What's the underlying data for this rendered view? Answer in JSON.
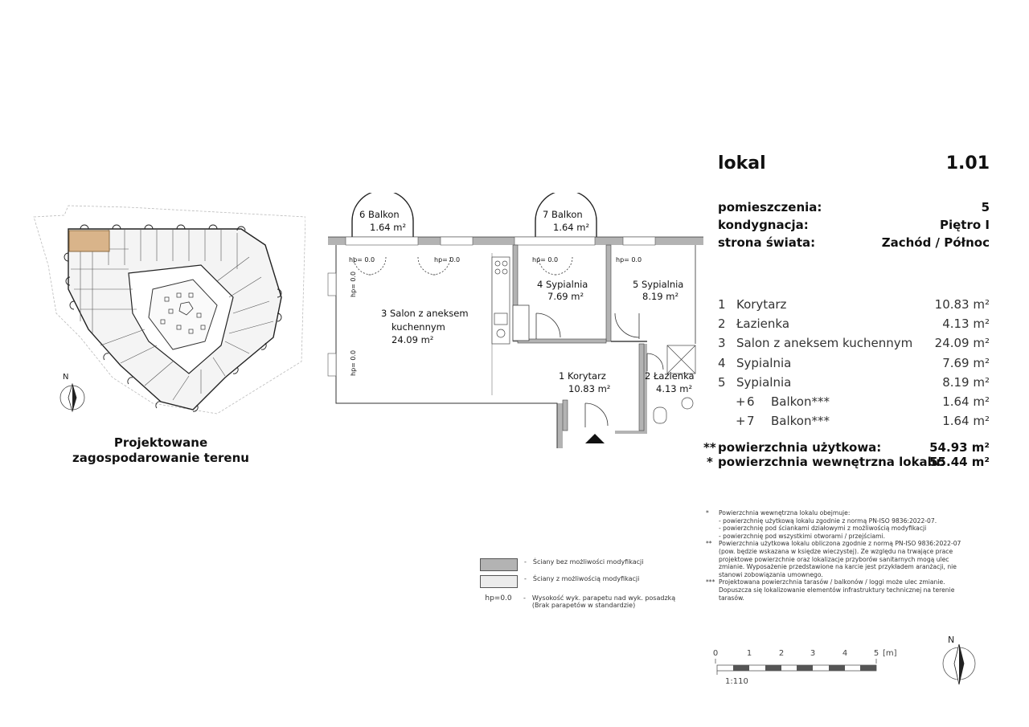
{
  "site": {
    "caption_line1": "Projektowane",
    "caption_line2": "zagospodarowanie terenu"
  },
  "header": {
    "label": "lokal",
    "number": "1.01"
  },
  "info": [
    {
      "label": "pomieszczenia:",
      "value": "5"
    },
    {
      "label": "kondygnacja:",
      "value": "Piętro I"
    },
    {
      "label": "strona świata:",
      "value": "Zachód / Północ"
    }
  ],
  "rooms": [
    {
      "prefix": "",
      "no": "1",
      "name": "Korytarz",
      "area": "10.83 m²"
    },
    {
      "prefix": "",
      "no": "2",
      "name": "Łazienka",
      "area": "4.13 m²"
    },
    {
      "prefix": "",
      "no": "3",
      "name": "Salon z aneksem kuchennym",
      "area": "24.09 m²"
    },
    {
      "prefix": "",
      "no": "4",
      "name": "Sypialnia",
      "area": "7.69 m²"
    },
    {
      "prefix": "",
      "no": "5",
      "name": "Sypialnia",
      "area": "8.19 m²"
    },
    {
      "prefix": "+",
      "no": "6",
      "name": "Balkon***",
      "area": "1.64 m²"
    },
    {
      "prefix": "+",
      "no": "7",
      "name": "Balkon***",
      "area": "1.64 m²"
    }
  ],
  "totals": [
    {
      "mark": "**",
      "label": "powierzchnia użytkowa:",
      "value": "54.93 m²"
    },
    {
      "mark": "*",
      "label": "powierzchnia wewnętrzna lokalu:",
      "value": "55.44 m²"
    }
  ],
  "plan_labels": {
    "r6_title": "6  Balkon",
    "r6_area": "1.64 m²",
    "r7_title": "7  Balkon",
    "r7_area": "1.64 m²",
    "r3_line1": "3  Salon z aneksem",
    "r3_line2": "kuchennym",
    "r3_area": "24.09 m²",
    "r4_title": "4  Sypialnia",
    "r4_area": "7.69 m²",
    "r5_title": "5  Sypialnia",
    "r5_area": "8.19 m²",
    "r1_title": "1  Korytarz",
    "r1_area": "10.83 m²",
    "r2_title": "2  Łazienka",
    "r2_area": "4.13 m²",
    "hp": "hp= 0.0"
  },
  "notes": [
    {
      "mark": "*",
      "lines": [
        "Powierzchnia wewnętrzna lokalu obejmuje:",
        "- powierzchnię użytkową lokalu zgodnie z normą PN-ISO 9836:2022-07.",
        "- powierzchnię pod ściankami działowymi z możliwością modyfikacji",
        "- powierzchnię pod wszystkimi otworami / przejściami."
      ]
    },
    {
      "mark": "**",
      "lines": [
        "Powierzchnia użytkowa lokalu obliczona zgodnie z normą PN-ISO 9836:2022-07",
        "(pow. będzie wskazana w księdze wieczystej). Ze względu na trwające prace",
        "projektowe powierzchnie oraz lokalizacje przyborów sanitarnych mogą ulec",
        "zmianie. Wyposażenie przedstawione na karcie jest przykładem aranżacji, nie",
        "stanowi zobowiązania umownego."
      ]
    },
    {
      "mark": "***",
      "lines": [
        "Projektowana powierzchnia tarasów / balkonów / loggi może ulec zmianie.",
        "Dopuszcza się lokalizowanie elementów infrastruktury technicznej na terenie",
        "tarasów."
      ]
    }
  ],
  "legend": [
    {
      "swatch": "#b3b3b3",
      "text1": "Ściany bez możliwości modyfikacji",
      "text2": ""
    },
    {
      "swatch": "#ececec",
      "text1": "Ściany z możliwością modyfikacji",
      "text2": ""
    },
    {
      "swatch": "",
      "key": "hp=0.0",
      "text1": "Wysokość wyk. parapetu nad wyk. posadzką",
      "text2": "(Brak parapetów w standardzie)"
    }
  ],
  "scale": {
    "ticks": [
      "0",
      "1",
      "2",
      "3",
      "4",
      "5"
    ],
    "unit": "[m]",
    "ratio": "1:110"
  },
  "north": "N",
  "colors": {
    "wall_fixed": "#b3b3b3",
    "wall_modifiable": "#ececec",
    "highlight_unit": "#d9b48a"
  }
}
